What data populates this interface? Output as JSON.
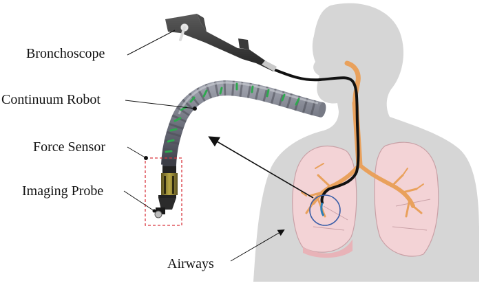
{
  "labels": {
    "bronchoscope": "Bronchoscope",
    "continuum_robot": "Continuum Robot",
    "force_sensor": "Force Sensor",
    "imaging_probe": "Imaging Probe",
    "airways": "Airways"
  },
  "colors": {
    "silhouette": "#d6d6d6",
    "lung_fill": "#f3d3d6",
    "lung_stroke": "#c9a0a6",
    "airway": "#e9a15c",
    "robot_body": "#6b6e7a",
    "robot_marker": "#2fa84f",
    "sensor_box": "#d9363e",
    "highlight_circle": "#3b5fa8",
    "leader_line": "#111111"
  }
}
